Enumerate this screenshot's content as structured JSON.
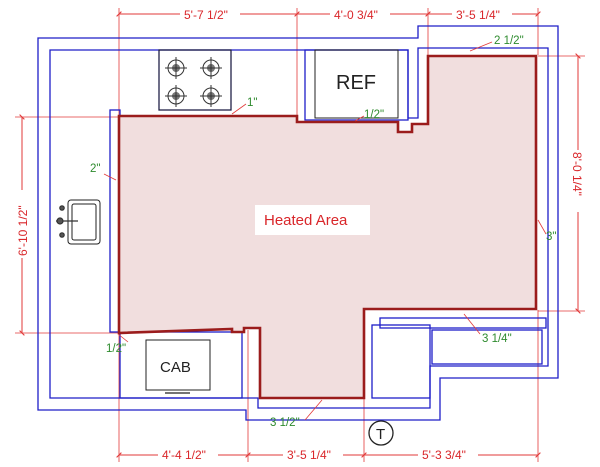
{
  "dimensions": {
    "top_1": "5'-7 1/2\"",
    "top_2": "4'-0 3/4\"",
    "top_3": "3'-5 1/4\"",
    "bottom_1": "4'-4 1/2\"",
    "bottom_2": "3'-5 1/4\"",
    "bottom_3": "5'-3 3/4\"",
    "left": "6'-10 1/2\"",
    "right": "8'-0 1/4\""
  },
  "gaps": {
    "g_2_5": "2 1/2\"",
    "g_1": "1\"",
    "g_half_top": "1/2\"",
    "g_2": "2\"",
    "g_3": "3\"",
    "g_3_25": "3 1/4\"",
    "g_half_left": "1/2\"",
    "g_3_5": "3 1/2\""
  },
  "labels": {
    "ref": "REF",
    "cab": "CAB",
    "heated": "Heated Area",
    "t": "T"
  },
  "colors": {
    "dimension": "#e23a3a",
    "wall": "#1e1ec8",
    "heated_outline": "#9b1c1c",
    "heated_fill": "#f1dede",
    "gap_text": "#2e8b2e"
  }
}
